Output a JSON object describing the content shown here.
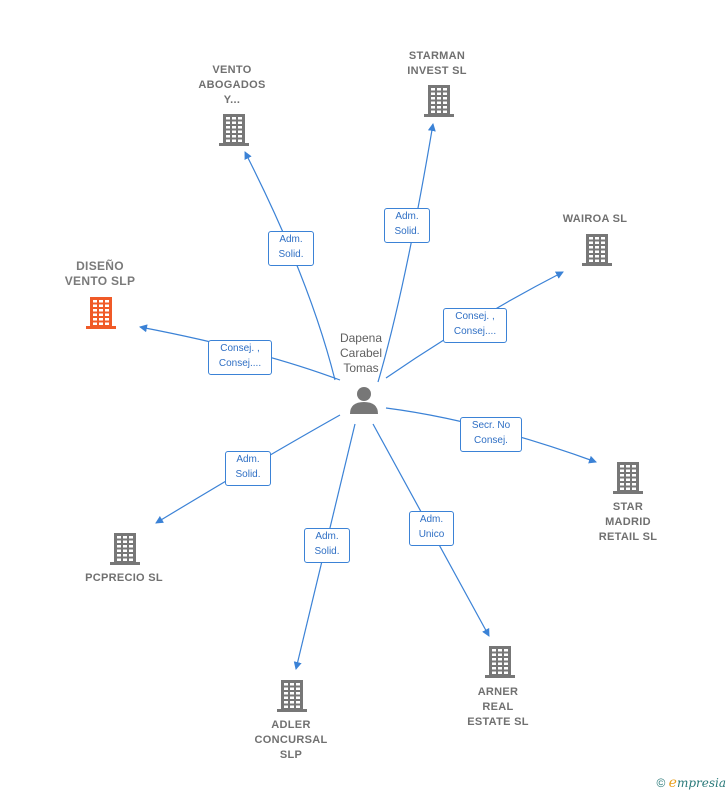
{
  "center": {
    "name_lines": [
      "Dapena",
      "Carabel",
      "Tomas"
    ],
    "icon": "person-icon"
  },
  "nodes": [
    {
      "id": "vento",
      "lines": [
        "VENTO",
        "ABOGADOS",
        "Y..."
      ],
      "icon": "building-icon",
      "color": "#777777"
    },
    {
      "id": "starman",
      "lines": [
        "STARMAN",
        "INVEST  SL"
      ],
      "icon": "building-icon",
      "color": "#777777"
    },
    {
      "id": "wairoa",
      "lines": [
        "WAIROA  SL"
      ],
      "icon": "building-icon",
      "color": "#777777"
    },
    {
      "id": "diseno",
      "lines": [
        "DISEÑO",
        "VENTO  SLP"
      ],
      "icon": "building-icon",
      "color": "#f05a28"
    },
    {
      "id": "star",
      "lines": [
        "STAR",
        "MADRID",
        "RETAIL  SL"
      ],
      "icon": "building-icon",
      "color": "#777777"
    },
    {
      "id": "pcprecio",
      "lines": [
        "PCPRECIO  SL"
      ],
      "icon": "building-icon",
      "color": "#777777"
    },
    {
      "id": "arner",
      "lines": [
        "ARNER",
        "REAL",
        "ESTATE  SL"
      ],
      "icon": "building-icon",
      "color": "#777777"
    },
    {
      "id": "adler",
      "lines": [
        "ADLER",
        "CONCURSAL",
        "SLP"
      ],
      "icon": "building-icon",
      "color": "#777777"
    }
  ],
  "relations": [
    {
      "to": "vento",
      "lines": [
        "Adm.",
        "Solid."
      ]
    },
    {
      "to": "starman",
      "lines": [
        "Adm.",
        "Solid."
      ]
    },
    {
      "to": "wairoa",
      "lines": [
        "Consej. ,",
        "Consej...."
      ]
    },
    {
      "to": "diseno",
      "lines": [
        "Consej. ,",
        "Consej...."
      ]
    },
    {
      "to": "star",
      "lines": [
        "Secr.  No",
        "Consej."
      ]
    },
    {
      "to": "pcprecio",
      "lines": [
        "Adm.",
        "Solid."
      ]
    },
    {
      "to": "arner",
      "lines": [
        "Adm.",
        "Unico"
      ]
    },
    {
      "to": "adler",
      "lines": [
        "Adm.",
        "Solid."
      ]
    }
  ],
  "colors": {
    "edge": "#3b82d6",
    "building": "#777777",
    "highlight": "#f05a28"
  },
  "credit": {
    "symbol": "©",
    "brand_initial": "e",
    "brand_rest": "mpresia"
  }
}
